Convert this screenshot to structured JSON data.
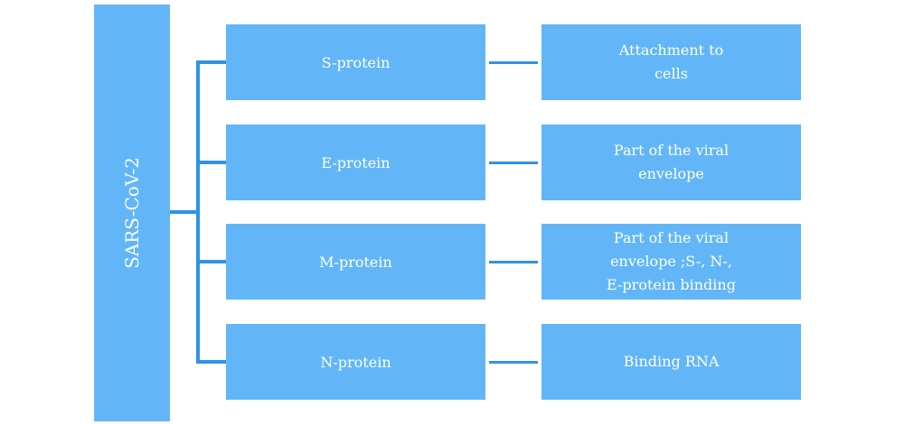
{
  "diagram": {
    "root_label": "SARS-CoV-2",
    "rows": [
      {
        "protein": "S-protein",
        "function": "Attachment to cells"
      },
      {
        "protein": "E-protein",
        "function": "Part of the viral envelope"
      },
      {
        "protein": "M-protein",
        "function": "Part of the viral envelope ;S-, N-, E-protein binding"
      },
      {
        "protein": "N-protein",
        "function": "Binding RNA"
      }
    ],
    "colors": {
      "box_fill": "#62b6f7",
      "connector": "#2f93e6",
      "text": "#ffffff"
    }
  }
}
